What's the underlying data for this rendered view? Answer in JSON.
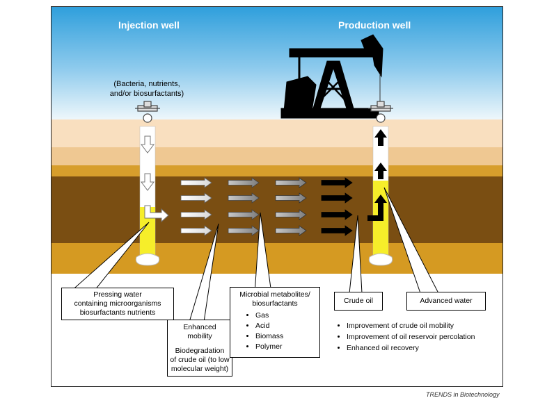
{
  "headers": {
    "injection": "Injection well",
    "production": "Production well"
  },
  "injection_caption": [
    "(Bacteria, nutrients,",
    "and/or biosurfactants)"
  ],
  "boxes": {
    "pressing_water": [
      "Pressing water",
      "containing microorganisms",
      "biosurfactants nutrients"
    ],
    "enhanced_mobility": [
      "Enhanced",
      "mobility"
    ],
    "biodegradation": [
      "Biodegradation",
      "of crude oil (to low",
      "molecular weight)"
    ],
    "metabolites_title": [
      "Microbial metabolites/",
      "biosurfactants"
    ],
    "metabolites_items": [
      "Gas",
      "Acid",
      "Biomass",
      "Polymer"
    ],
    "crude_oil": "Crude oil",
    "advanced_water": "Advanced water"
  },
  "outcomes": [
    "Improvement of crude oil mobility",
    "Improvement of oil reservoir percolation",
    "Enhanced oil recovery"
  ],
  "credit": "TRENDS in Biotechnology",
  "colors": {
    "sky_top": "#2f9fdc",
    "sky_bottom": "#e8f4fa",
    "soil_light": "#f7d9b5",
    "soil_mid": "#e9bc84",
    "sand": "#d79e2c",
    "oil_layer": "#7a4e12",
    "deep_layer": "#d59a22",
    "crude_oil_yellow": "#f6ee2a",
    "arrow_white": "#ffffff",
    "arrow_grey": "#9a9a9a",
    "arrow_black": "#000000"
  }
}
